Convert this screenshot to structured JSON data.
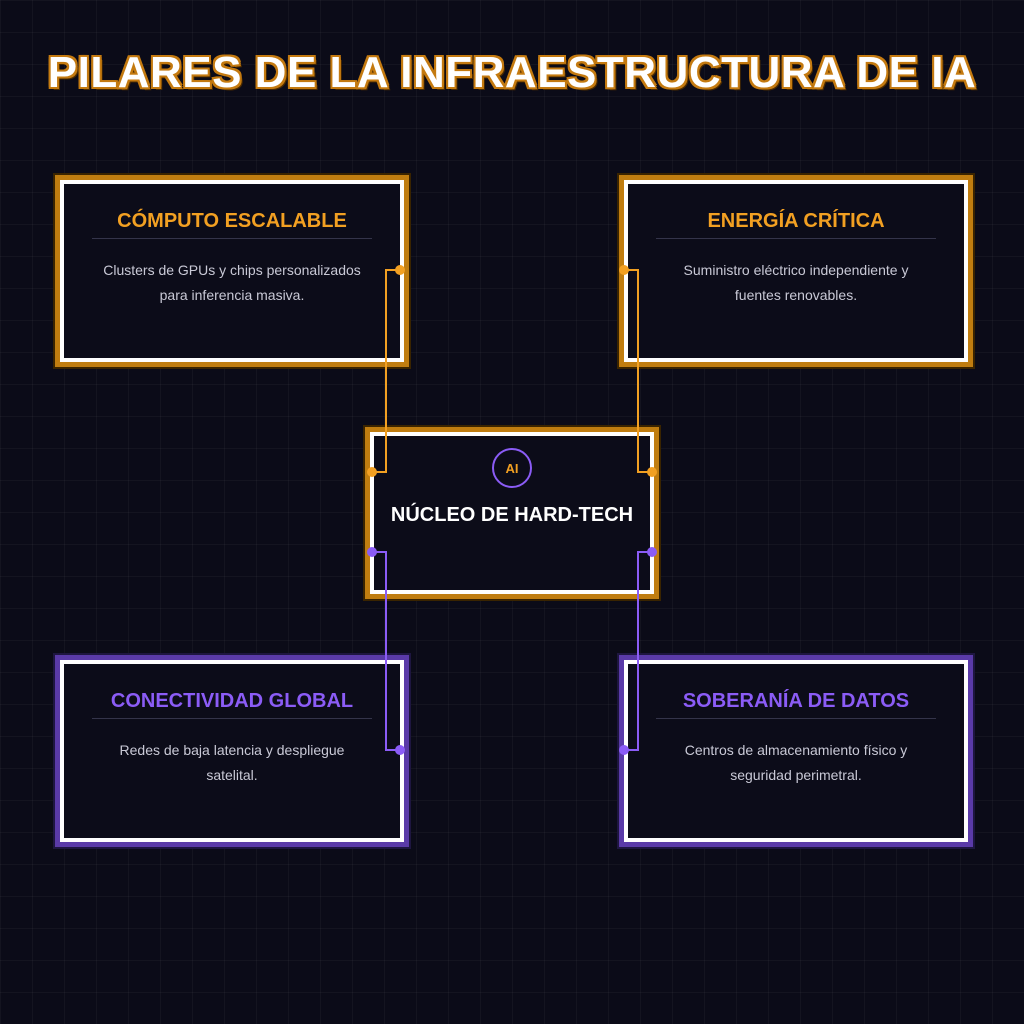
{
  "title": "PILARES DE LA INFRAESTRUCTURA DE IA",
  "colors": {
    "accent_orange": "#f2a022",
    "accent_purple": "#8b5cf6",
    "background": "#0b0b18"
  },
  "center": {
    "badge": "AI",
    "title": "NÚCLEO DE HARD-TECH"
  },
  "pillars": [
    {
      "title": "CÓMPUTO ESCALABLE",
      "description_line1": "Clusters de GPUs y chips personalizados",
      "description_line2": "para inferencia masiva.",
      "color": "#f2a022"
    },
    {
      "title": "ENERGÍA CRÍTICA",
      "description_line1": "Suministro eléctrico independiente y",
      "description_line2": "fuentes renovables.",
      "color": "#f2a022"
    },
    {
      "title": "CONECTIVIDAD GLOBAL",
      "description_line1": "Redes de baja latencia y despliegue",
      "description_line2": "satelital.",
      "color": "#8b5cf6"
    },
    {
      "title": "SOBERANÍA DE DATOS",
      "description_line1": "Centros de almacenamiento físico y",
      "description_line2": "seguridad perimetral.",
      "color": "#8b5cf6"
    }
  ]
}
